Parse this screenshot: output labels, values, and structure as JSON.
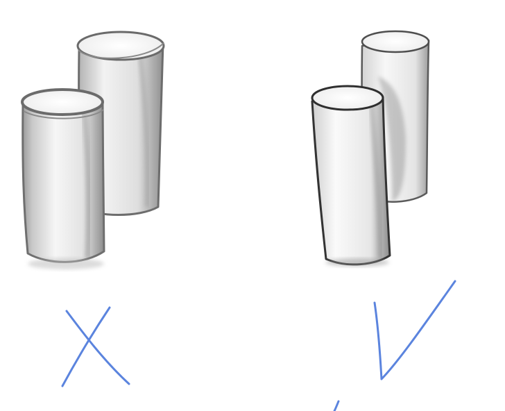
{
  "examples": [
    {
      "id": "wrong",
      "verdict": "incorrect",
      "mark": "x-mark",
      "colors": {
        "mark": "#5b84de",
        "outline": "#6f6f6f",
        "shade": "#9a9a9a"
      }
    },
    {
      "id": "right",
      "verdict": "correct",
      "mark": "check-mark",
      "colors": {
        "mark": "#5b84de",
        "outline": "#3a3a3a",
        "shade": "#7a7a7a"
      }
    }
  ]
}
